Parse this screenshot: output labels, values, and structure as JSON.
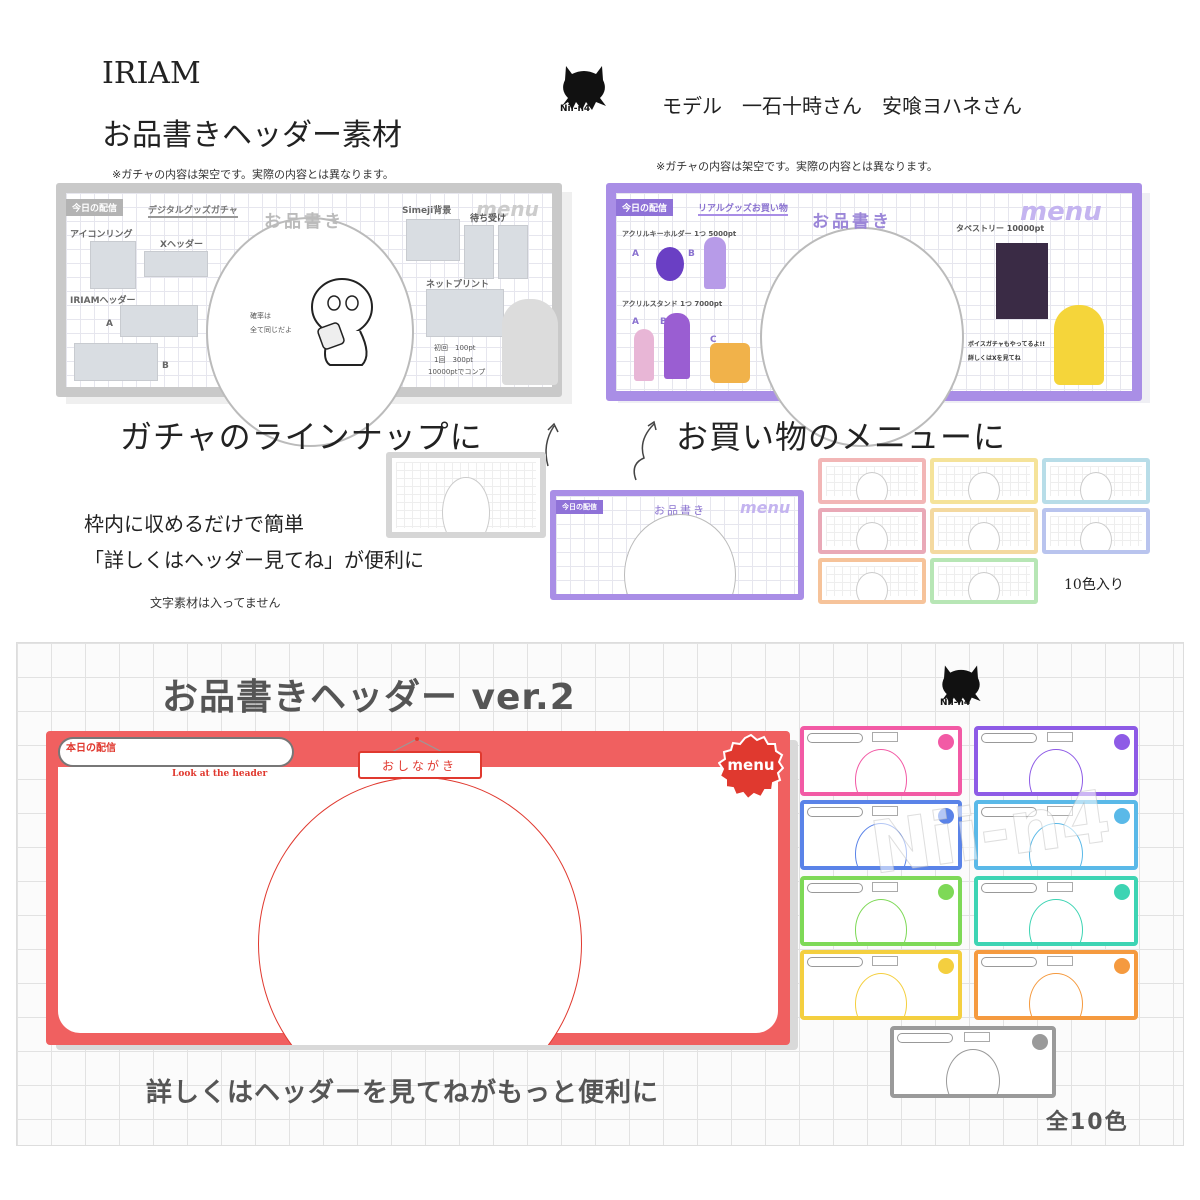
{
  "top": {
    "brand": "IRIAM",
    "title": "お品書きヘッダー素材",
    "note_left": "※ガチャの内容は架空です。実際の内容とは異なります。",
    "note_right": "※ガチャの内容は架空です。実際の内容とは異なります。",
    "model_credit": "モデル　一石十時さん　安喰ヨハネさん",
    "logo_text": "Nii-n4",
    "caption_gacha": "ガチャのラインナップに",
    "caption_shopping": "お買い物のメニューに",
    "desc_line1": "枠内に収めるだけで簡単",
    "desc_line2": "「詳しくはヘッダー見てね」が便利に",
    "desc_note": "文字素材は入ってません",
    "color_count": "10色入り"
  },
  "gacha_frame": {
    "today": "今日の配信",
    "heading": "デジタルグッズガチャ",
    "title": "お品書き",
    "menu": "menu",
    "icon_ring": "アイコンリング",
    "x_header": "Xヘッダー",
    "iriam_header": "IRIAMヘッダー",
    "simeji": "Simeji背景",
    "waiting": "待ち受け",
    "netprint": "ネットプリント",
    "a": "A",
    "b": "B",
    "rate1": "確率は",
    "rate2": "全て同じだよ",
    "price1": "初回　100pt",
    "price2": "1回　300pt",
    "price3": "10000ptでコンプ"
  },
  "shop_frame": {
    "today": "今日の配信",
    "heading": "リアルグッズお買い物",
    "title": "お品書き",
    "menu": "menu",
    "keyholder": "アクリルキーホルダー 1つ 5000pt",
    "stand": "アクリルスタンド 1つ 7000pt",
    "tapestry": "タペストリー 10000pt",
    "a": "A",
    "b": "B",
    "c": "C",
    "voice1": "ボイスガチャもやってるよ!!",
    "voice2": "詳しくはXを見てね"
  },
  "preview": {
    "today": "今日の配信",
    "title": "お品書き",
    "menu": "menu"
  },
  "ver2": {
    "title": "お品書きヘッダー ver.2",
    "logo_text": "Nii-n4",
    "today": "本日の配信",
    "look": "Look at the header",
    "oshinagaki": "おしながき",
    "menu": "menu",
    "caption": "詳しくはヘッダーを見てねがもっと便利に",
    "count": "全10色",
    "watermark": "Nii-n4"
  },
  "colors": {
    "gray": "#c9c9c9",
    "purple": "#a98ee6",
    "red": "#f06060",
    "v1_variants": [
      "#f2b6b6",
      "#f5e39a",
      "#b8dde8",
      "#e9a9b7",
      "#f4d9a0",
      "#b9c4ee",
      "#f6c39a",
      "#b7e6b5"
    ],
    "v2_variants": [
      "#f25aa5",
      "#8e5be6",
      "#5a83e8",
      "#5ab9e8",
      "#7ed957",
      "#3dd4b3",
      "#f4cf3f",
      "#f59a3f",
      "#9a9a9a"
    ]
  }
}
